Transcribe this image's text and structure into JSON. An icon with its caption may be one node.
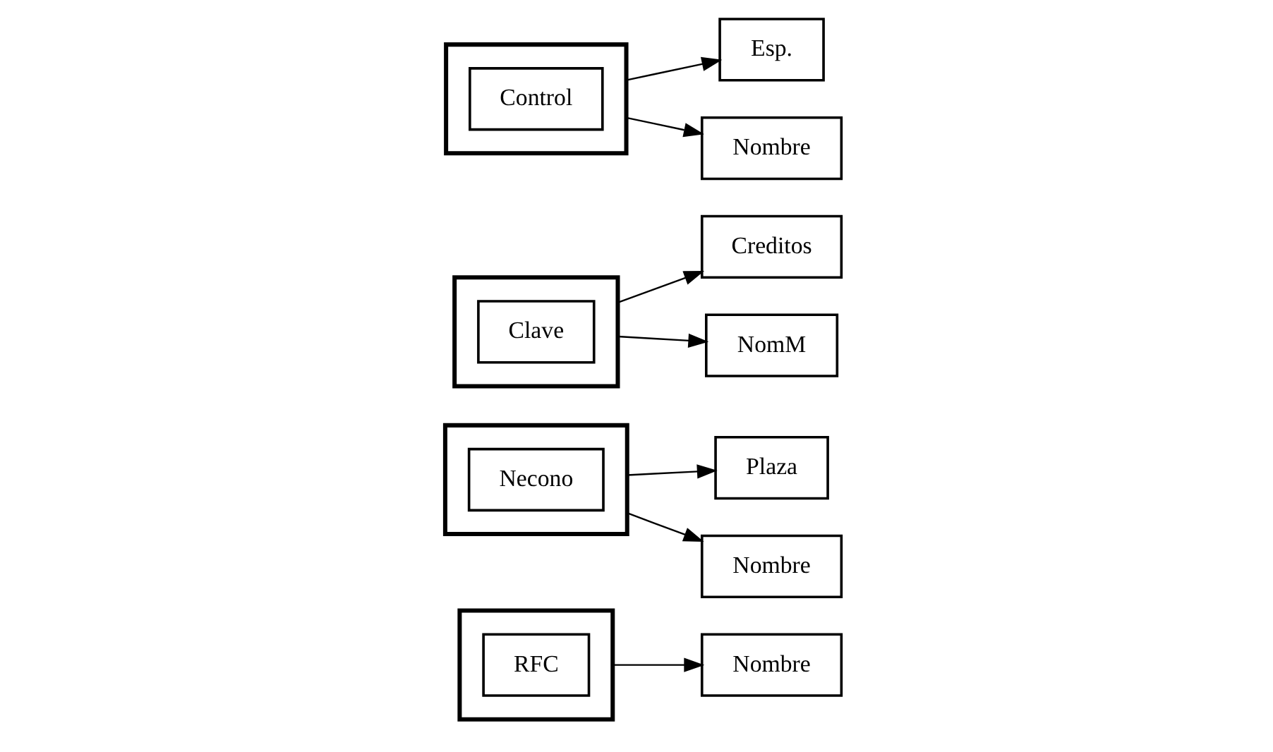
{
  "diagram": {
    "nodes": [
      {
        "text": [],
        "shape": "box"
      },
      {
        "text": [
          "Control"
        ],
        "in": 0
      },
      {
        "text": [
          "Nombre"
        ]
      },
      {
        "text": [
          "Esp."
        ]
      },
      {
        "text": [],
        "shape": "box"
      },
      {
        "text": [
          "Clave"
        ],
        "in": 4
      },
      {
        "text": [
          "NomM"
        ]
      },
      {
        "text": [
          "Creditos"
        ]
      },
      {
        "text": [],
        "shape": "box"
      },
      {
        "text": [
          "Necono"
        ],
        "in": 8
      },
      {
        "text": [
          "Nombre"
        ]
      },
      {
        "text": [
          "Plaza"
        ]
      },
      {
        "text": [],
        "shape": "box"
      },
      {
        "text": [
          "RFC"
        ],
        "in": 12
      },
      {
        "text": [
          "Nombre"
        ]
      }
    ],
    "edges": [
      {
        "from": 0,
        "to": 2,
        "arrow": "to"
      },
      {
        "from": 0,
        "to": 3,
        "arrow": "to"
      },
      {
        "from": 4,
        "to": 6,
        "arrow": "to"
      },
      {
        "from": 4,
        "to": 7,
        "arrow": "to"
      },
      {
        "from": 8,
        "to": 10,
        "arrow": "to"
      },
      {
        "from": 8,
        "to": 11,
        "arrow": "to"
      },
      {
        "from": 12,
        "to": 14,
        "arrow": "to"
      }
    ]
  }
}
